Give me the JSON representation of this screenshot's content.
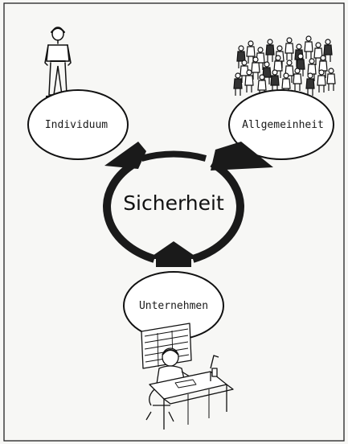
{
  "diagram": {
    "center_label": "Sicherheit",
    "nodes": {
      "individual": "Individuum",
      "community": "Allgemeinheit",
      "company": "Unternehmen"
    }
  },
  "colors": {
    "ink": "#111111",
    "frame": "#222222",
    "background": "#f7f7f5"
  },
  "icons": {
    "individual": "standing-man-icon",
    "community": "crowd-icon",
    "company": "office-worker-at-desk-icon"
  }
}
